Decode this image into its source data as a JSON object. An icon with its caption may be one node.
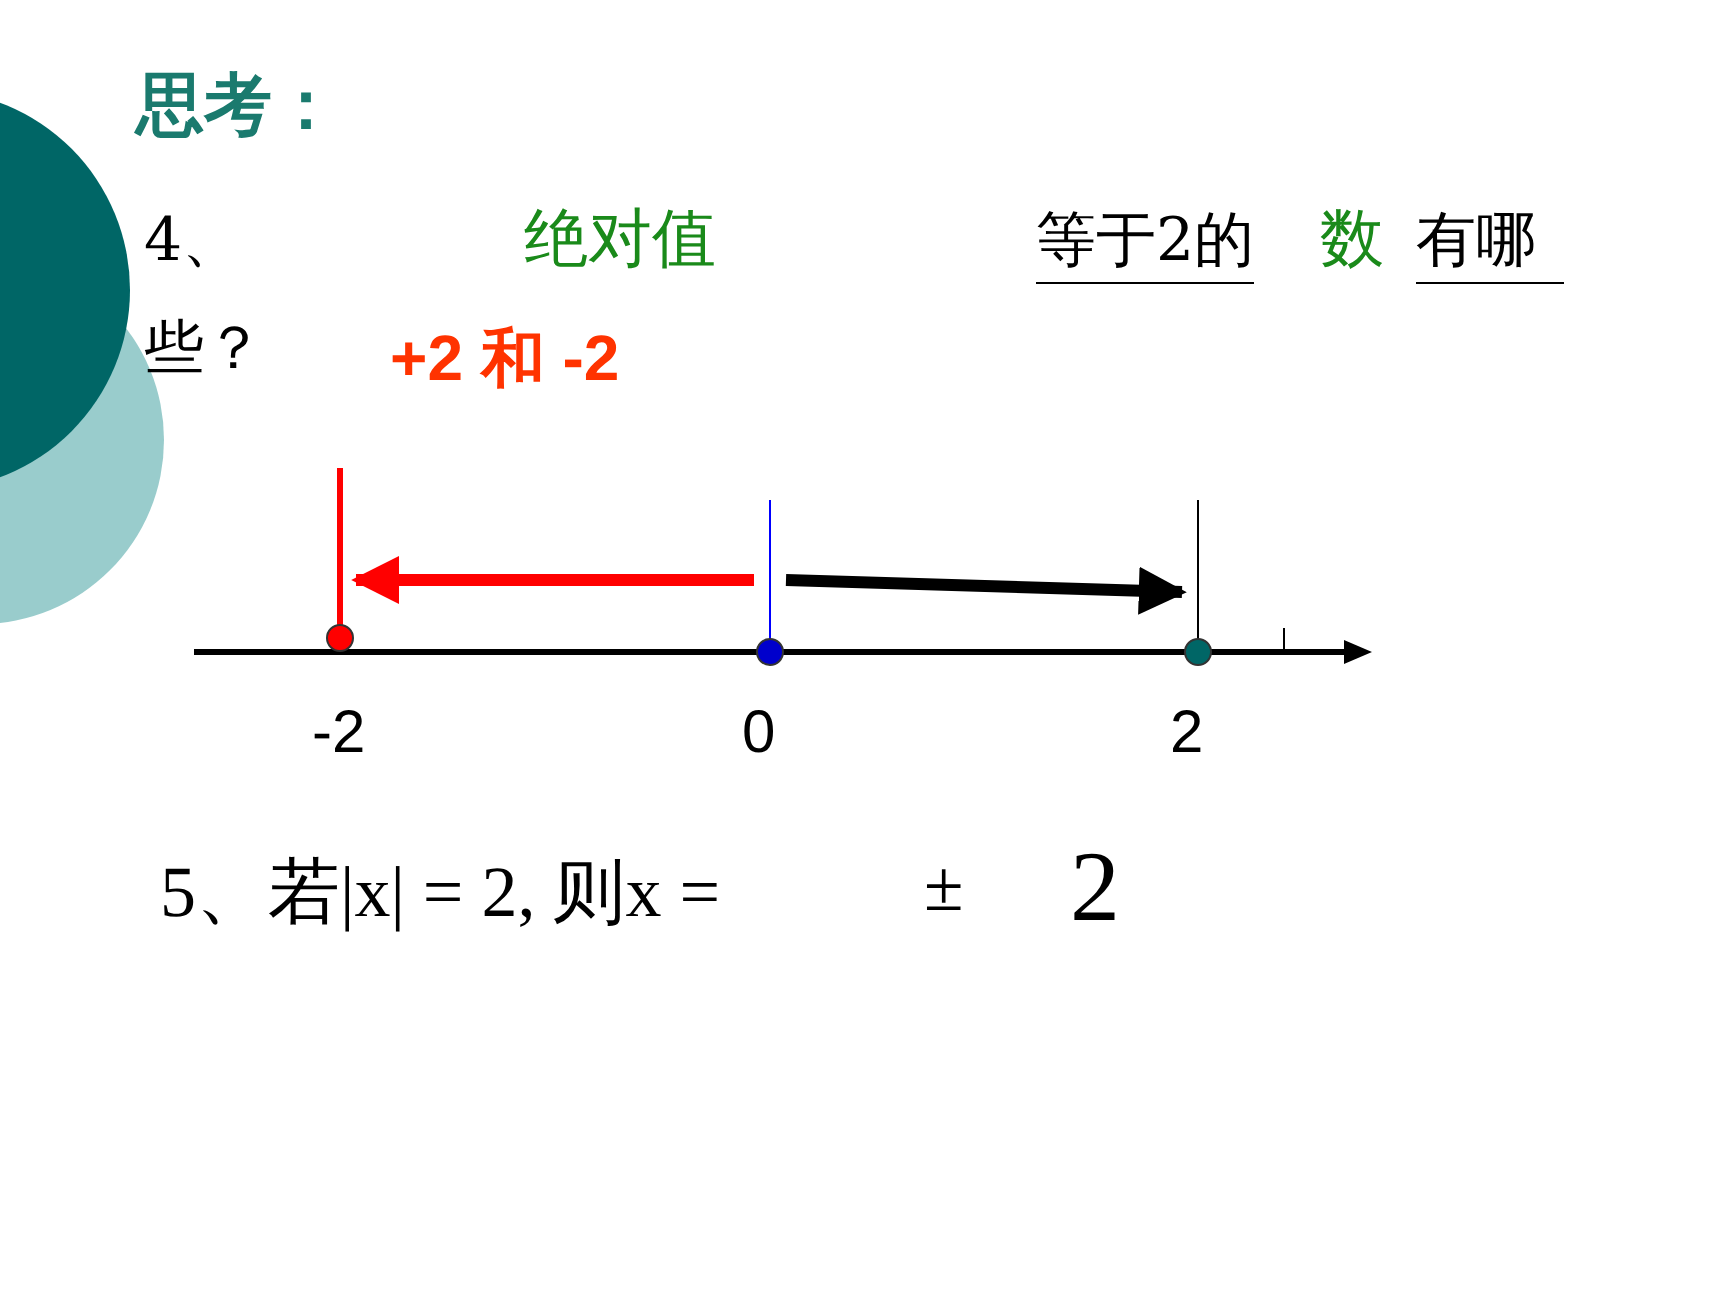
{
  "diagram": {
    "title": "思考：",
    "nodes": [
      {
        "text": [],
        "shape": "circle",
        "beside": [
          "-2"
        ]
      },
      {
        "text": [],
        "shape": "circle",
        "beside": [
          "0"
        ]
      },
      {
        "text": [],
        "shape": "circle",
        "beside": [
          "2"
        ]
      }
    ],
    "edges": [
      {
        "from": 1,
        "to": 0,
        "arrow": "to",
        "color": "#ff0000"
      },
      {
        "from": 1,
        "to": 2,
        "arrow": "to",
        "color": "#000000"
      }
    ],
    "labels": [
      "4、",
      "绝对值",
      "等于2的",
      "数",
      "有哪",
      "些？",
      "+2 和 -2",
      "5、若|x| = 2, 则x =",
      "±",
      "2"
    ]
  }
}
